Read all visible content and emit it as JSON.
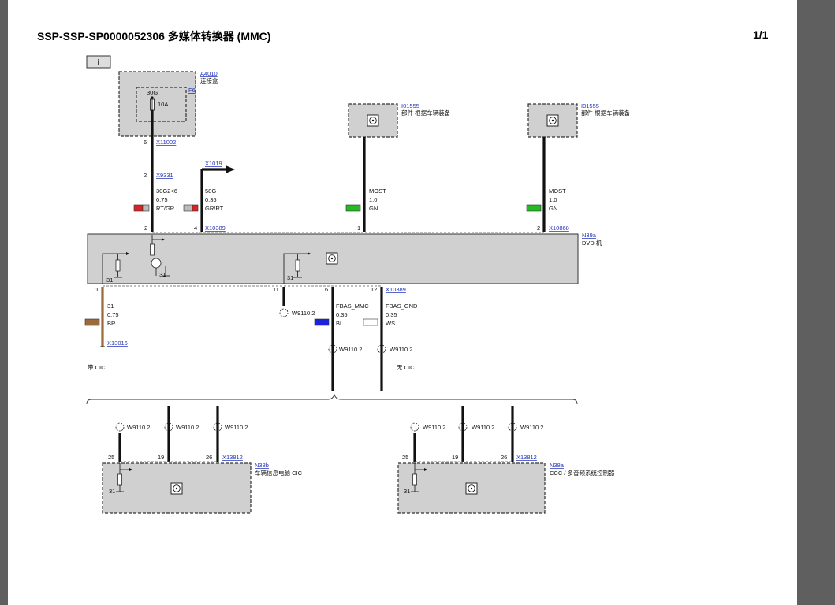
{
  "header": {
    "title": "SSP-SSP-SP0000052306 多媒体转换器 (MMC)",
    "page": "1/1"
  },
  "info_icon": {
    "glyph": "i"
  },
  "components": {
    "a4010": {
      "id": "A4010",
      "label": "连接盒"
    },
    "f6": {
      "id": "F6",
      "terminal": "30G",
      "rating": "10A"
    },
    "i01555_left": {
      "id": "I01555",
      "label": "部件 根据车辆装备"
    },
    "i01555_right": {
      "id": "I01555",
      "label": "部件 根据车辆装备"
    },
    "n39a": {
      "id": "N39a",
      "label": "DVD 机"
    },
    "n38b": {
      "id": "N38b",
      "label": "车辆信息电脑 CIC"
    },
    "n38a": {
      "id": "N38a",
      "label": "CCC / 多音频系统控制器"
    }
  },
  "connectors": {
    "x11002": "X11002",
    "x9331": "X9331",
    "x1019": "X1019",
    "x10389_top": "X10389",
    "x10868": "X10868",
    "x10389_bot": "X10389",
    "x13016": "X13016",
    "x13812_left": "X13812",
    "x13812_right": "X13812"
  },
  "pins": {
    "a4010_6": "6",
    "x9331_2": "2",
    "n39a_2": "2",
    "n39a_4": "4",
    "mid_1": "1",
    "right_2": "2",
    "n39a_bot_1": "1",
    "n39a_11": "11",
    "n39a_6": "6",
    "n39a_12": "12",
    "n38b_25": "25",
    "n38b_19": "19",
    "n38b_26": "26",
    "n38a_25": "25",
    "n38a_19": "19",
    "n38a_26": "26"
  },
  "wires": {
    "w_30g2": {
      "signal": "30G2<6",
      "size": "0.75",
      "color_code": "RT/GR",
      "c1": "#dd2222",
      "c2": "#bbbbbb"
    },
    "w_58g": {
      "signal": "58G",
      "size": "0.35",
      "color_code": "GR/RT",
      "c1": "#bbbbbb",
      "c2": "#dd2222"
    },
    "w_most1": {
      "signal": "MOST",
      "size": "1.0",
      "color_code": "GN",
      "c1": "#22bb22"
    },
    "w_most2": {
      "signal": "MOST",
      "size": "1.0",
      "color_code": "GN",
      "c1": "#22bb22"
    },
    "w_31": {
      "signal": "31",
      "size": "0.75",
      "color_code": "BR",
      "c1": "#9a6a3a"
    },
    "w_fbas_mmc": {
      "signal": "FBAS_MMC",
      "size": "0.35",
      "color_code": "BL",
      "c1": "#1a22dd"
    },
    "w_fbas_gnd": {
      "signal": "FBAS_GND",
      "size": "0.35",
      "color_code": "WS",
      "c1": "#ffffff"
    }
  },
  "ground_labels": {
    "g1": "31",
    "g2": "31",
    "g3": "31",
    "g4": "31",
    "g5": "31"
  },
  "splices": {
    "s11": "W9110.2",
    "s6": "W9110.2",
    "s12": "W9110.2",
    "n38b_a": "W9110.2",
    "n38b_b": "W9110.2",
    "n38b_c": "W9110.2",
    "n38a_a": "W9110.2",
    "n38a_b": "W9110.2",
    "n38a_c": "W9110.2"
  },
  "notes": {
    "with_cic": "带 CIC",
    "without_cic": "无 CIC"
  }
}
